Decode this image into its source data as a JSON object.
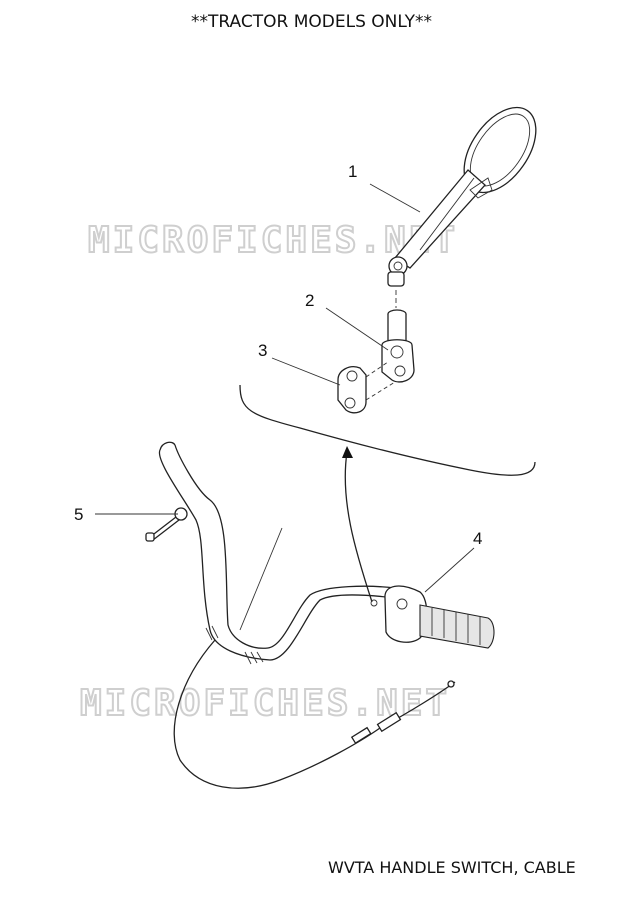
{
  "header": {
    "title": "**TRACTOR MODELS ONLY**"
  },
  "footer": {
    "caption": "WVTA HANDLE SWITCH, CABLE"
  },
  "watermark": {
    "text": "MICROFICHES.NET"
  },
  "callouts": [
    "1",
    "2",
    "3",
    "4",
    "5"
  ]
}
